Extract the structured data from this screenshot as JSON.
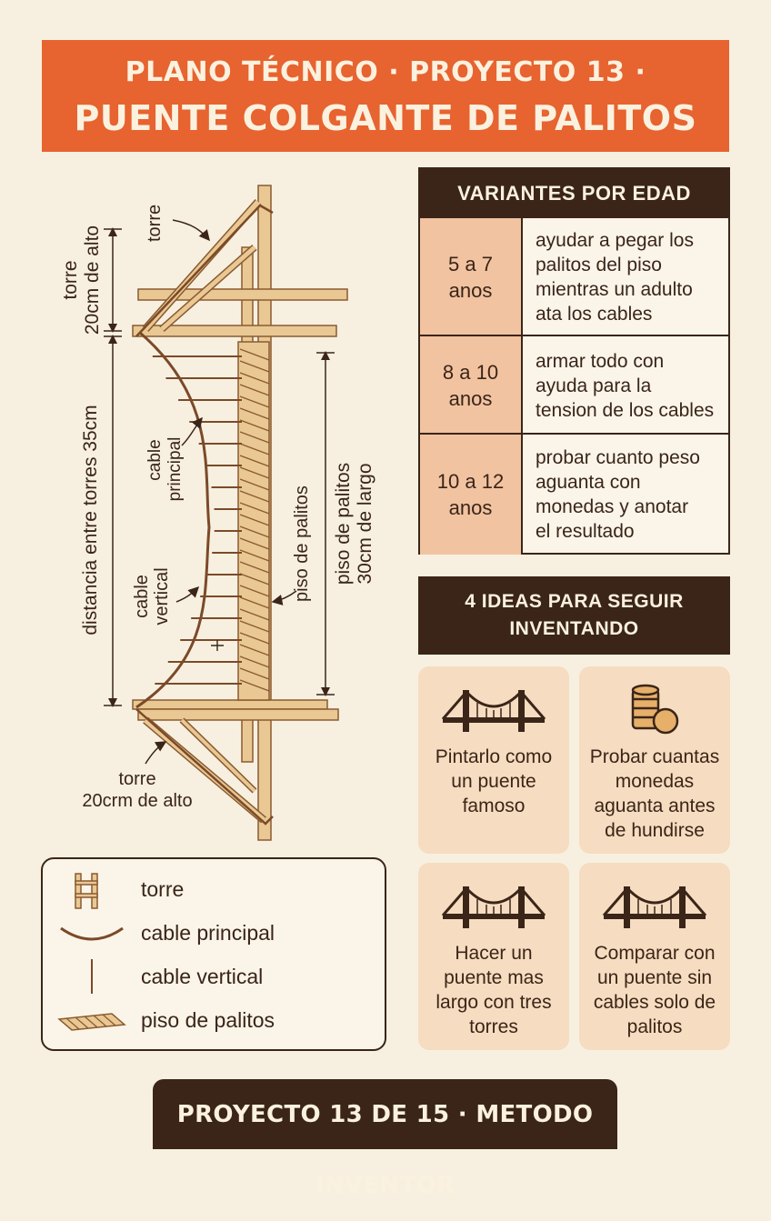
{
  "header": {
    "line1": "PLANO TÉCNICO · PROYECTO 13 ·",
    "line2": "PUENTE COLGANTE DE PALITOS"
  },
  "diagram": {
    "label_tower_top": "torre",
    "label_tower_height_line1": "torre",
    "label_tower_height_line2": "20cm de alto",
    "label_distance": "distancia entre torres 35cm",
    "label_main_cable_line1": "cable",
    "label_main_cable_line2": "principal",
    "label_vertical_cable_line1": "cable",
    "label_vertical_cable_line2": "vertical",
    "label_deck": "piso de palitos",
    "label_deck_length_line1": "piso de palitos",
    "label_deck_length_line2": "30cm de largo",
    "label_tower_bottom_line1": "torre",
    "label_tower_bottom_line2": "20crm de alto"
  },
  "variants": {
    "title": "VARIANTES POR EDAD",
    "rows": [
      {
        "age": "5 a 7\nanos",
        "text": "ayudar a pegar los\npalitos del piso\nmientras un adulto\nata los cables"
      },
      {
        "age": "8 a 10\nanos",
        "text": "armar todo con\nayuda para la\ntension de los cables"
      },
      {
        "age": "10 a 12\nanos",
        "text": "probar cuanto peso\naguanta con\nmonedas y anotar\nel resultado"
      }
    ]
  },
  "ideas": {
    "title": "4 IDEAS PARA SEGUIR\nINVENTANDO",
    "items": [
      {
        "icon": "bridge-icon",
        "text": "Pintarlo como\nun puente\nfamoso"
      },
      {
        "icon": "coins-icon",
        "text": "Probar cuantas\nmonedas\naguanta antes\nde hundirse"
      },
      {
        "icon": "bridge-icon",
        "text": "Hacer un\npuente mas\nlargo con tres\ntorres"
      },
      {
        "icon": "bridge-icon",
        "text": "Comparar con\nun puente sin\ncables solo de\npalitos"
      }
    ]
  },
  "legend": {
    "items": [
      {
        "icon": "tower-icon",
        "label": "torre"
      },
      {
        "icon": "main-cable-icon",
        "label": "cable principal"
      },
      {
        "icon": "vertical-cable-icon",
        "label": "cable vertical"
      },
      {
        "icon": "deck-icon",
        "label": "piso de palitos"
      }
    ]
  },
  "footer": {
    "text": "PROYECTO 13 DE 15 · METODO INVENTOR"
  },
  "colors": {
    "accent": "#e7632f",
    "dark": "#3a2518",
    "paper": "#f7f0e1",
    "wood": "#e9c894",
    "age_cell": "#f2c3a1",
    "card": "#f6dcc0"
  }
}
